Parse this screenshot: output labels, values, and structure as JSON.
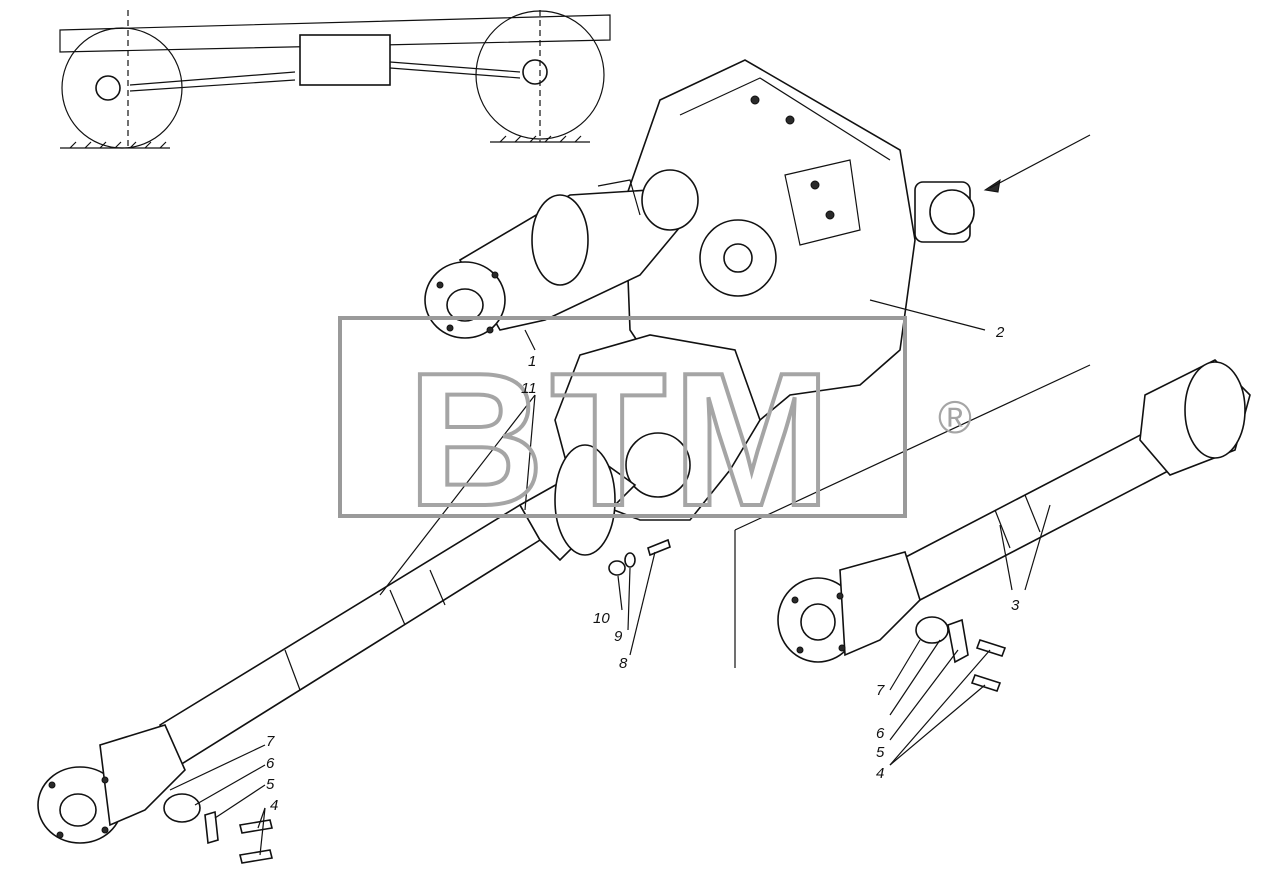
{
  "watermark": {
    "text": "BTM",
    "registered": "®"
  },
  "labels": {
    "l1": "1",
    "l2": "2",
    "l3": "3",
    "l4a": "4",
    "l5a": "5",
    "l6a": "6",
    "l7a": "7",
    "l4b": "4",
    "l5b": "5",
    "l6b": "6",
    "l7b": "7",
    "l8": "8",
    "l9": "9",
    "l10": "10",
    "l11": "11"
  }
}
